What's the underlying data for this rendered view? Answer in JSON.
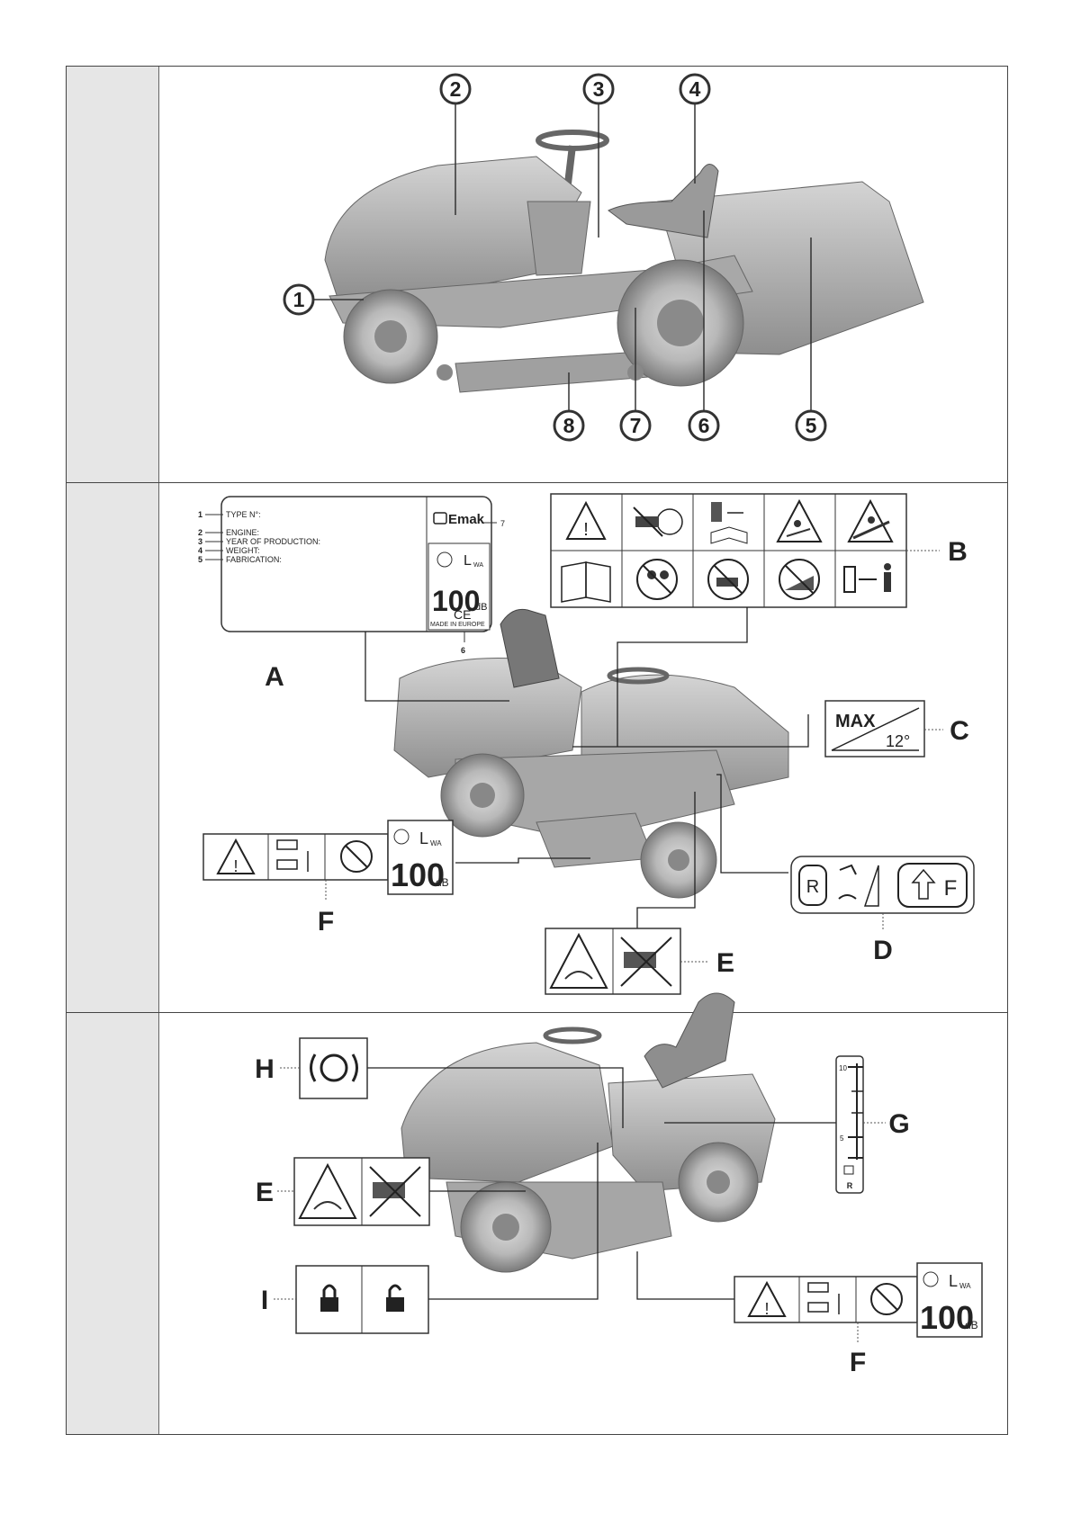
{
  "panel1": {
    "callouts": [
      "1",
      "2",
      "3",
      "4",
      "5",
      "6",
      "7",
      "8"
    ]
  },
  "panel2": {
    "plate": {
      "rows": [
        {
          "num": "1",
          "text": "TYPE N°:"
        },
        {
          "num": "2",
          "text": "ENGINE:"
        },
        {
          "num": "3",
          "text": "YEAR OF PRODUCTION:"
        },
        {
          "num": "4",
          "text": "WEIGHT:"
        },
        {
          "num": "5",
          "text": "FABRICATION:"
        }
      ],
      "brand": "Emak",
      "brand_ref": "7",
      "ce_mark": "CE",
      "ce_ref": "6",
      "lwa": "L",
      "lwa_sub": "WA",
      "noise_value": "100",
      "noise_unit": "dB",
      "made_in": "MADE IN EUROPE"
    },
    "labels": {
      "A": "A",
      "B": "B",
      "C": "C",
      "D": "D",
      "E": "E",
      "F": "F"
    },
    "slope": {
      "max": "MAX",
      "angle": "12°"
    },
    "gear": {
      "reverse": "R",
      "forward": "F"
    },
    "noise_f": {
      "lwa": "L",
      "lwa_sub": "WA",
      "value": "100",
      "unit": "dB"
    }
  },
  "panel3": {
    "labels": {
      "H": "H",
      "E": "E",
      "I": "I",
      "G": "G",
      "F": "F"
    },
    "gauge": {
      "top": "10",
      "mid": "5",
      "bottom": "R"
    },
    "noise_f": {
      "lwa": "L",
      "lwa_sub": "WA",
      "value": "100",
      "unit": "dB"
    }
  },
  "colors": {
    "frame": "#444444",
    "strip": "#e6e6e6",
    "machine": "#b9b9b9",
    "machine_dark": "#7d7d7d"
  }
}
